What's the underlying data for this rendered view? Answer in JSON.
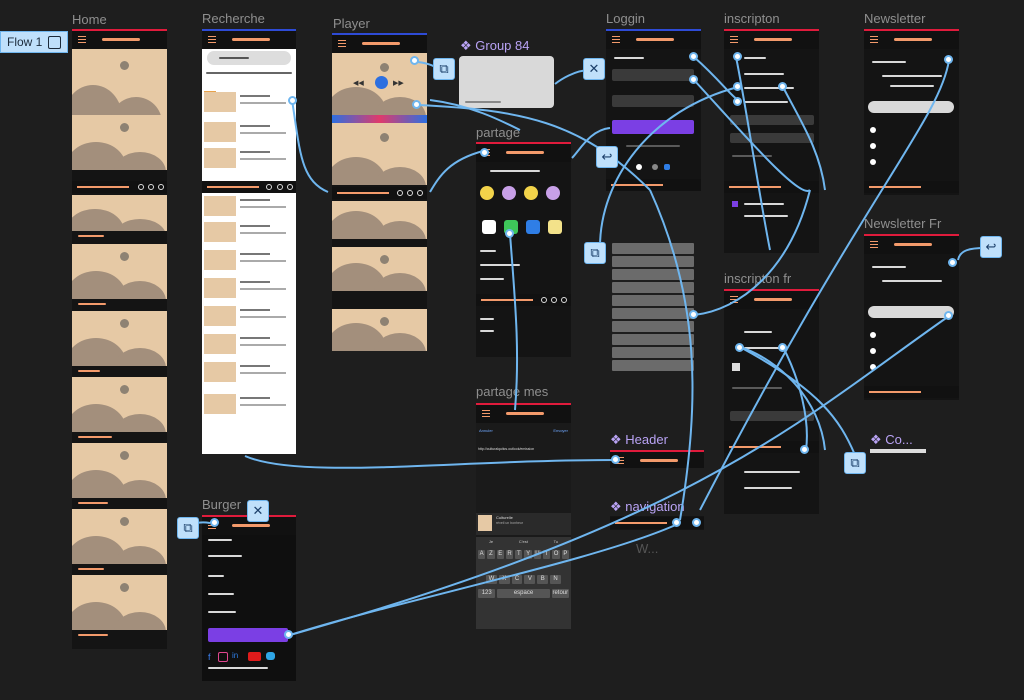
{
  "canvas": {
    "flow_label": "Flow 1",
    "frames": {
      "home": "Home",
      "recherche": "Recherche",
      "player": "Player",
      "loggin": "Loggin",
      "inscription": "inscripton",
      "inscription_fr": "inscripton fr",
      "newsletter": "Newsletter",
      "newsletter_fr": "Newsletter Fr",
      "partage": "partage",
      "partage_mes": "partage mes",
      "burger": "Burger"
    },
    "components": {
      "group84": "Group 84",
      "header": "Header",
      "navigation": "navigation",
      "co": "Co...",
      "w": "W..."
    }
  },
  "partage_mes": {
    "cancel": "Annuler",
    "send": "Envoyer",
    "url": "http://culturalquitcs.outlook/emission",
    "card_title": "Culturelle",
    "card_sub": "réveil un bonheur",
    "suggestions": [
      "Je",
      "C'est",
      "Tu"
    ],
    "keys_row1": [
      "A",
      "Z",
      "E",
      "R",
      "T",
      "Y",
      "U",
      "I",
      "O",
      "P"
    ],
    "keys_row2": [
      "W",
      "X",
      "C",
      "V",
      "B",
      "N"
    ],
    "key_123": "123",
    "key_space": "espace",
    "key_return": "retour"
  },
  "colors": {
    "canvas": "#1e1e1e",
    "accent_orange": "#f39a6b",
    "accent_purple": "#7b3fe4",
    "wire": "#6fb6ef",
    "image_bg": "#e6c9a5"
  }
}
